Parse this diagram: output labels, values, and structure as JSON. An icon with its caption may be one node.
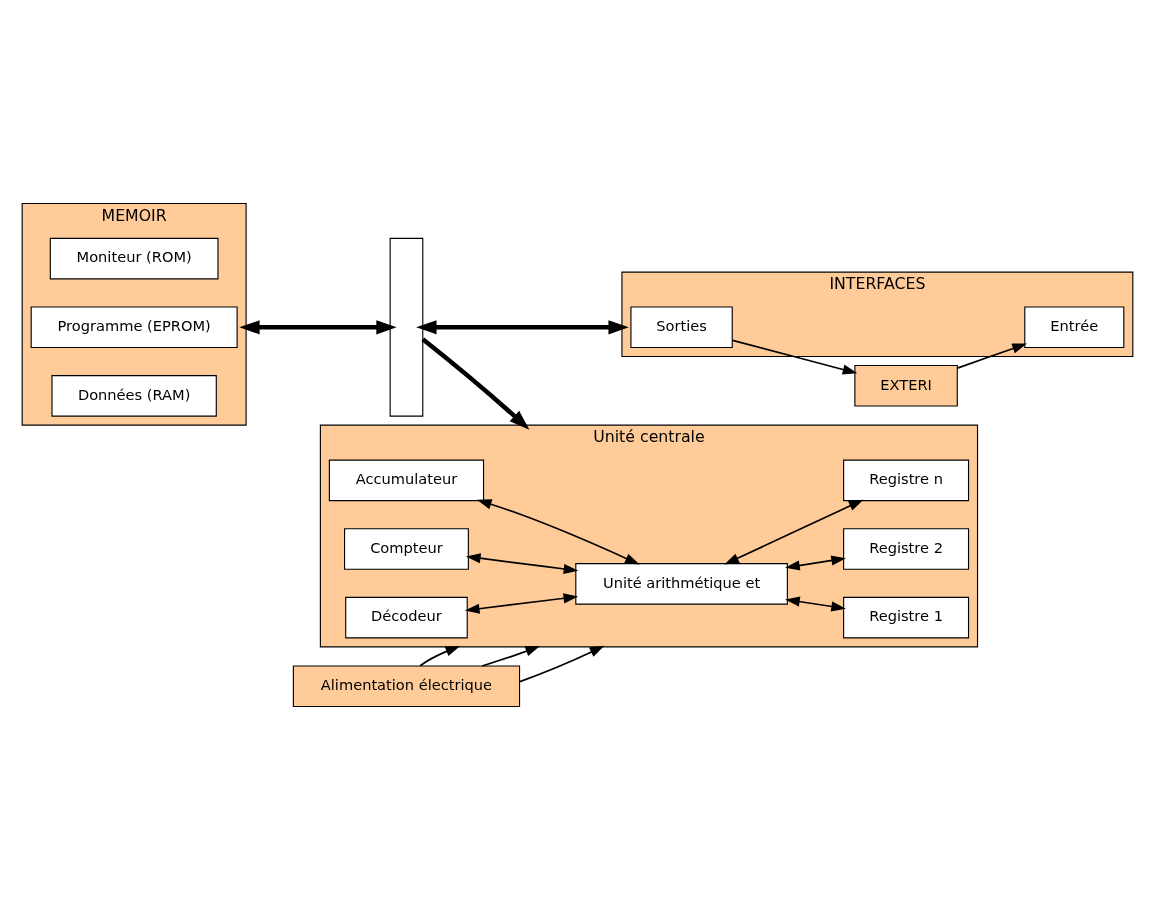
{
  "diagram": {
    "nodes": [
      {
        "text": [
          "MEMOIR"
        ]
      },
      {
        "text": [
          "Moniteur (ROM)"
        ],
        "in": 0
      },
      {
        "text": [
          "Programme (EPROM)"
        ],
        "in": 0
      },
      {
        "text": [
          "Données (RAM)"
        ],
        "in": 0
      },
      {
        "text": [],
        "shape": "bar"
      },
      {
        "text": [
          "INTERFACES"
        ]
      },
      {
        "text": [
          "Entrée"
        ],
        "in": 5
      },
      {
        "text": [
          "Sorties"
        ],
        "in": 5
      },
      {
        "text": [
          "EXTERI"
        ]
      },
      {
        "text": [
          "Unité centrale"
        ]
      },
      {
        "text": [
          "Accumulateur"
        ],
        "in": 9
      },
      {
        "text": [
          "Compteur"
        ],
        "in": 9
      },
      {
        "text": [
          "Décodeur"
        ],
        "in": 9
      },
      {
        "text": [
          "Unité arithmétique et"
        ],
        "in": 9
      },
      {
        "text": [
          "Registre 1"
        ],
        "in": 9
      },
      {
        "text": [
          "Registre 2"
        ],
        "in": 9
      },
      {
        "text": [
          "Registre n"
        ],
        "in": 9
      },
      {
        "text": [
          "Alimentation électrique"
        ]
      }
    ],
    "edges": [
      {
        "from": 0,
        "to": 4,
        "arrow": "both",
        "style": "thick"
      },
      {
        "from": 4,
        "to": 5,
        "arrow": "both",
        "style": "thick"
      },
      {
        "from": 4,
        "to": 9,
        "arrow": "to",
        "style": "thick"
      },
      {
        "from": 8,
        "to": 6,
        "arrow": "to"
      },
      {
        "from": 7,
        "to": 8,
        "arrow": "to"
      },
      {
        "from": 10,
        "to": 13,
        "arrow": "both"
      },
      {
        "from": 11,
        "to": 13,
        "arrow": "both"
      },
      {
        "from": 12,
        "to": 13,
        "arrow": "both"
      },
      {
        "from": 14,
        "to": 13,
        "arrow": "both"
      },
      {
        "from": 15,
        "to": 13,
        "arrow": "both"
      },
      {
        "from": 16,
        "to": 13,
        "arrow": "both"
      },
      {
        "from": 17,
        "to": 9,
        "arrow": "to"
      },
      {
        "from": 17,
        "to": 9,
        "arrow": "to"
      },
      {
        "from": 17,
        "to": 9,
        "arrow": "to"
      }
    ]
  }
}
